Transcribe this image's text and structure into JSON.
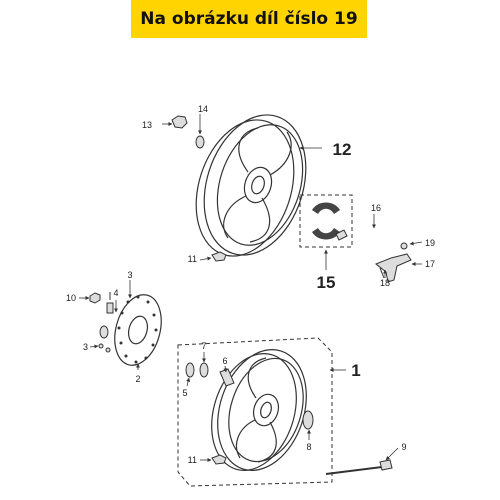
{
  "header": {
    "title": "Na obrázku díl číslo 19"
  },
  "callouts": {
    "c1": "1",
    "c2": "2",
    "c3a": "3",
    "c3b": "3",
    "c4": "4",
    "c5": "5",
    "c6": "6",
    "c7": "7",
    "c8": "8",
    "c9": "9",
    "c10": "10",
    "c11a": "11",
    "c11b": "11",
    "c12": "12",
    "c13": "13",
    "c14": "14",
    "c15": "15",
    "c16": "16",
    "c17": "17",
    "c18": "18",
    "c19": "19"
  },
  "colors": {
    "banner": "#ffd400",
    "line": "#333333"
  }
}
